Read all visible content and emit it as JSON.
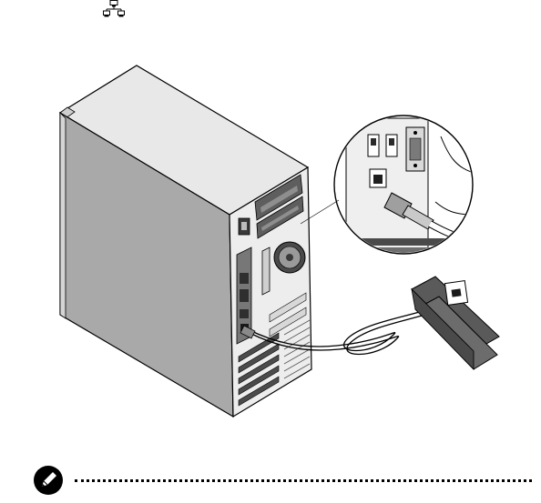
{
  "figure": {
    "header_icon": "network-connection-icon",
    "illustration": "tower-server-rear-lan-cable-connection",
    "callout": "rj45-lan-port-closeup-magnifier",
    "wall_outlet": "network-wall-jack"
  },
  "note": {
    "icon": "note-pen-icon",
    "separator": "dotted-line"
  },
  "colors": {
    "line": "#000000",
    "shade_dark": "#9a9a9a",
    "shade_mid": "#bdbdbd",
    "shade_light": "#e4e4e4",
    "background": "#ffffff"
  }
}
